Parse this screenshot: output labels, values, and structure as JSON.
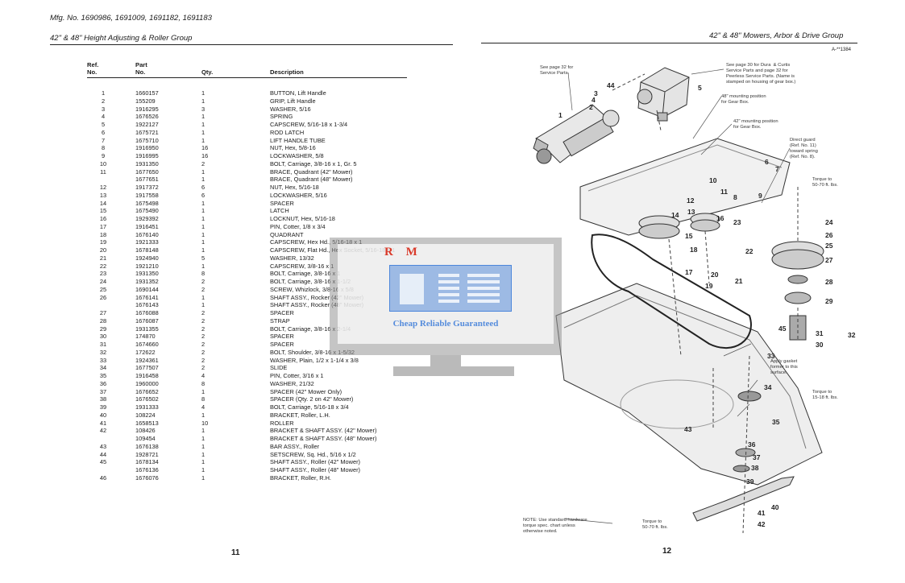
{
  "left_page": {
    "model_header": "Mfg. No. 1690986, 1691009, 1691182, 1691183",
    "section_title": "42\" & 48\" Height Adjusting & Roller Group",
    "columns": {
      "ref": "Ref.\nNo.",
      "part": "Part\nNo.",
      "qty": "Qty.",
      "desc": "Description"
    },
    "rows": [
      [
        "1",
        "1660157",
        "1",
        "BUTTON, Lift Handle"
      ],
      [
        "2",
        "155209",
        "1",
        "GRIP, Lift Handle"
      ],
      [
        "3",
        "1916295",
        "3",
        "WASHER, 5/16"
      ],
      [
        "4",
        "1676526",
        "1",
        "SPRING"
      ],
      [
        "5",
        "1922127",
        "1",
        "CAPSCREW, 5/16-18 x 1-3/4"
      ],
      [
        "6",
        "1675721",
        "1",
        "ROD LATCH"
      ],
      [
        "7",
        "1675710",
        "1",
        "LIFT HANDLE TUBE"
      ],
      [
        "8",
        "1916950",
        "16",
        "NUT, Hex, 5/8-16"
      ],
      [
        "9",
        "1916995",
        "16",
        "LOCKWASHER, 5/8"
      ],
      [
        "10",
        "1931350",
        "2",
        "BOLT, Carriage, 3/8-16 x 1, Gr. 5"
      ],
      [
        "11",
        "1677650",
        "1",
        "BRACE, Quadrant (42\" Mower)"
      ],
      [
        "",
        "1677651",
        "1",
        "BRACE, Quadrant (48\" Mower)"
      ],
      [
        "12",
        "1917372",
        "6",
        "NUT, Hex, 5/16-18"
      ],
      [
        "13",
        "1917558",
        "6",
        "LOCKWASHER, 5/16"
      ],
      [
        "14",
        "1675498",
        "1",
        "SPACER"
      ],
      [
        "15",
        "1675490",
        "1",
        "LATCH"
      ],
      [
        "16",
        "1929392",
        "1",
        "LOCKNUT, Hex, 5/16-18"
      ],
      [
        "17",
        "1916451",
        "1",
        "PIN, Cotter, 1/8 x 3/4"
      ],
      [
        "18",
        "1676140",
        "1",
        "QUADRANT"
      ],
      [
        "19",
        "1921333",
        "1",
        "CAPSCREW, Hex Hd., 5/16-18 x 1"
      ],
      [
        "20",
        "1678148",
        "1",
        "CAPSCREW, Flat Hd., Hex Socket, 5/16-18 x 1"
      ],
      [
        "21",
        "1924940",
        "5",
        "WASHER, 13/32"
      ],
      [
        "22",
        "1921210",
        "1",
        "CAPSCREW, 3/8-16 x 1"
      ],
      [
        "23",
        "1931350",
        "8",
        "BOLT, Carriage, 3/8-16 x 1"
      ],
      [
        "24",
        "1931352",
        "2",
        "BOLT, Carriage, 3/8-16 x 1-1/2"
      ],
      [
        "25",
        "1690144",
        "2",
        "SCREW, Whizlock, 3/8-16 x 5/8"
      ],
      [
        "26",
        "1676141",
        "1",
        "SHAFT ASSY., Rocker (42\" Mower)"
      ],
      [
        "",
        "1676143",
        "1",
        "SHAFT ASSY., Rocker (48\" Mower)"
      ],
      [
        "27",
        "1676088",
        "2",
        "SPACER"
      ],
      [
        "28",
        "1676087",
        "2",
        "STRAP"
      ],
      [
        "29",
        "1931355",
        "2",
        "BOLT, Carriage, 3/8-16 x 2-1/4"
      ],
      [
        "30",
        "174870",
        "2",
        "SPACER"
      ],
      [
        "31",
        "1674660",
        "2",
        "SPACER"
      ],
      [
        "32",
        "172622",
        "2",
        "BOLT, Shoulder, 3/8-16 x 1-5/32"
      ],
      [
        "33",
        "1924361",
        "2",
        "WASHER, Plain, 1/2 x 1-1/4 x 3/8"
      ],
      [
        "34",
        "1677507",
        "2",
        "SLIDE"
      ],
      [
        "35",
        "1916458",
        "4",
        "PIN, Cotter, 3/16 x 1"
      ],
      [
        "36",
        "1960000",
        "8",
        "WASHER, 21/32"
      ],
      [
        "37",
        "1676652",
        "1",
        "SPACER (42\" Mower Only)"
      ],
      [
        "38",
        "1676502",
        "8",
        "SPACER (Qty. 2 on 42\" Mower)"
      ],
      [
        "39",
        "1931333",
        "4",
        "BOLT, Carriage, 5/16-18 x 3/4"
      ],
      [
        "40",
        "108224",
        "1",
        "BRACKET, Roller, L.H."
      ],
      [
        "41",
        "1658513",
        "10",
        "ROLLER"
      ],
      [
        "42",
        "108426",
        "1",
        "BRACKET & SHAFT ASSY. (42\" Mower)"
      ],
      [
        "",
        "109454",
        "1",
        "BRACKET & SHAFT ASSY. (48\" Mower)"
      ],
      [
        "43",
        "1676138",
        "1",
        "BAR ASSY., Roller"
      ],
      [
        "44",
        "1928721",
        "1",
        "SETSCREW, Sq. Hd., 5/16 x 1/2"
      ],
      [
        "45",
        "1678134",
        "1",
        "SHAFT ASSY., Roller (42\" Mower)"
      ],
      [
        "",
        "1676136",
        "1",
        "SHAFT ASSY., Roller (48\" Mower)"
      ],
      [
        "46",
        "1676076",
        "1",
        "BRACKET, Roller, R.H."
      ]
    ],
    "page_number": "11"
  },
  "right_page": {
    "section_title": "42\" & 48\" Mowers, Arbor & Drive Group",
    "drawing_id": "A-**1384",
    "page_number": "12",
    "callouts": {
      "service": "See page 32 for\nService Parts.",
      "gearbox": "See page 30 for Dura  & Curtis\nService Parts and page 32 for\nPeerless Service Parts. (Name is\nstamped on housing of gear box.)",
      "pos48": "48\" mounting position\nfor Gear Box.",
      "pos42": "42\" mounting position\nfor Gear Box.",
      "guard": "Direct guard\n(Ref. No. 11)\ntoward spring\n(Ref. No. 8).",
      "torque1": "Torque to\n50-70 ft. lbs.",
      "gasket": "Apply gasket\nformer to this\nsurface.",
      "torque2": "Torque to\n15-18 ft. lbs.",
      "torque3": "Torque to\n50-70 ft. lbs.",
      "note": "NOTE: Use standard hardware\ntorque spec. chart unless\notherwise noted."
    },
    "ref_labels": [
      "1",
      "2",
      "3",
      "4",
      "5",
      "6",
      "7",
      "8",
      "9",
      "10",
      "11",
      "12",
      "13",
      "14",
      "15",
      "16",
      "17",
      "18",
      "19",
      "20",
      "21",
      "22",
      "23",
      "24",
      "25",
      "26",
      "27",
      "28",
      "29",
      "30",
      "31",
      "32",
      "33",
      "34",
      "35",
      "36",
      "37",
      "38",
      "39",
      "40",
      "41",
      "42",
      "43",
      "44",
      "45"
    ]
  },
  "watermark": {
    "logo_text": "R M",
    "tagline": "Cheap Reliable Guaranteed"
  },
  "colors": {
    "watermark_blue": "#3a7ad8",
    "watermark_red": "#d93a2a",
    "monitor_gray": "#8a8a8a"
  }
}
